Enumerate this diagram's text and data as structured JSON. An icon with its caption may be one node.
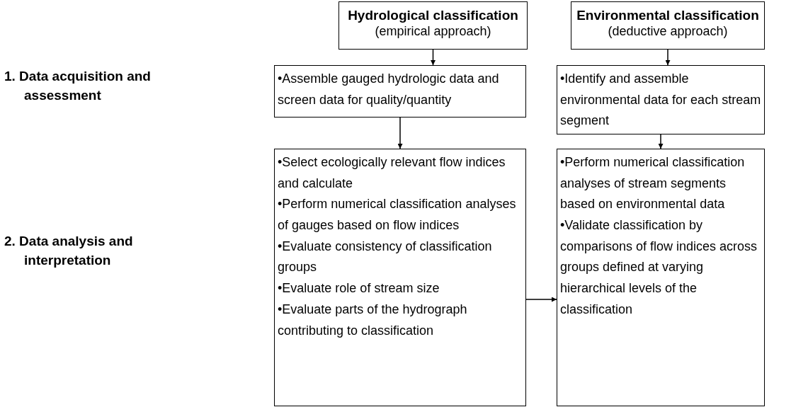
{
  "diagram": {
    "nodes": [
      {
        "text": [
          "Hydrological classification",
          "(empirical approach)"
        ]
      },
      {
        "text": [
          "Environmental classification",
          "(deductive approach)"
        ]
      },
      {
        "text": [
          "•Assemble gauged hydrologic data and screen data for quality/quantity"
        ]
      },
      {
        "text": [
          "•Identify and assemble environmental data for each stream segment"
        ]
      },
      {
        "text": [
          "•Select ecologically relevant flow indices and calculate",
          "•Perform numerical classification analyses of gauges based on flow indices",
          "•Evaluate consistency of classification groups",
          "•Evaluate role of stream size",
          "•Evaluate parts of the hydrograph contributing to classification"
        ]
      },
      {
        "text": [
          "•Perform numerical classification analyses of stream segments based on environmental data",
          "•Validate classification by comparisons of flow indices across groups defined at varying hierarchical levels of the classification"
        ]
      }
    ],
    "edges": [
      {
        "from": 0,
        "to": 2,
        "arrow": "to"
      },
      {
        "from": 1,
        "to": 3,
        "arrow": "to"
      },
      {
        "from": 2,
        "to": 4,
        "arrow": "to"
      },
      {
        "from": 3,
        "to": 5,
        "arrow": "to"
      },
      {
        "from": 4,
        "to": 5,
        "arrow": "to"
      }
    ],
    "labels": [
      "1. Data acquisition and assessment",
      "2. Data analysis and interpretation"
    ]
  }
}
